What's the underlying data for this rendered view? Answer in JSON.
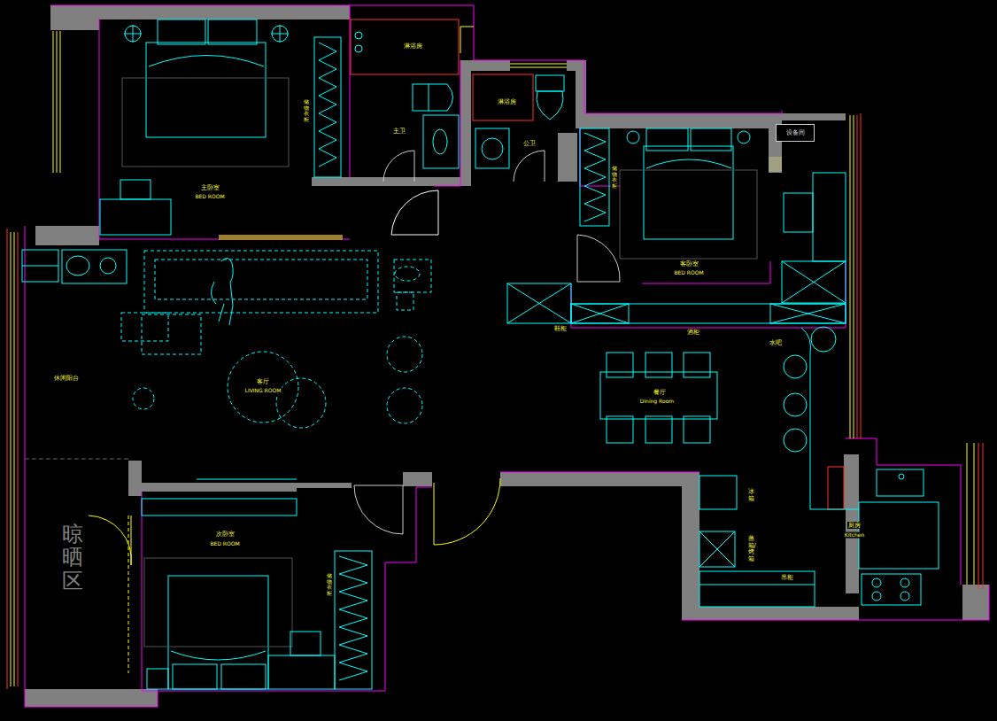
{
  "diagram": {
    "nodes": [
      {
        "text": [
          "设备间"
        ]
      }
    ],
    "labels": [
      "淋浴房",
      "主卫",
      "淋浴房",
      "公卫",
      "储物衣柜",
      "主卧室",
      "BED ROOM",
      "储物衣柜",
      "客卧室",
      "BED ROOM",
      "鞋柜",
      "酒柜",
      "水吧",
      "客厅",
      "LIVING ROOM",
      "餐厅",
      "Dining Room",
      "休闲阳台",
      "晾晒区",
      "次卧室",
      "BED ROOM",
      "储物衣柜",
      "冰箱",
      "蒸箱/烤箱",
      "厨房",
      "Kitchen",
      "吊柜"
    ]
  }
}
